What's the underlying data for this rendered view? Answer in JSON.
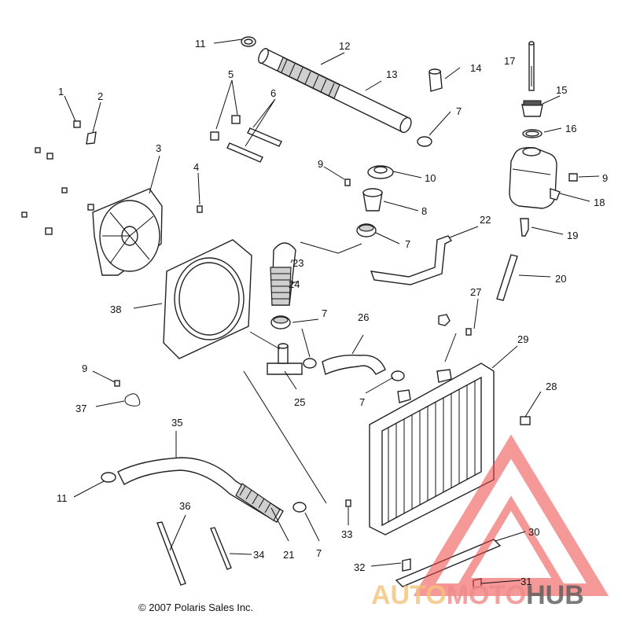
{
  "copyright": "© 2007 Polaris Sales Inc.",
  "watermark": {
    "part1": "AUTO",
    "part2": "MOTO",
    "part3": "HUB",
    "colors": {
      "auto": "#f5c27a",
      "moto": "#f08a8a",
      "hub": "#5a5a5a",
      "triangle": "#ee4444"
    }
  },
  "callouts": [
    "1",
    "2",
    "3",
    "4",
    "5",
    "6",
    "7",
    "8",
    "9",
    "10",
    "11",
    "12",
    "13",
    "14",
    "15",
    "16",
    "17",
    "18",
    "19",
    "20",
    "21",
    "22",
    "23",
    "24",
    "25",
    "26",
    "27",
    "28",
    "29",
    "30",
    "31",
    "32",
    "33",
    "34",
    "35",
    "36",
    "37",
    "38"
  ],
  "extra_labels": {
    "c7b": "7",
    "c7c": "7",
    "c7d": "7",
    "c7e": "7",
    "c9b": "9",
    "c9c": "9",
    "c11b": "11"
  }
}
